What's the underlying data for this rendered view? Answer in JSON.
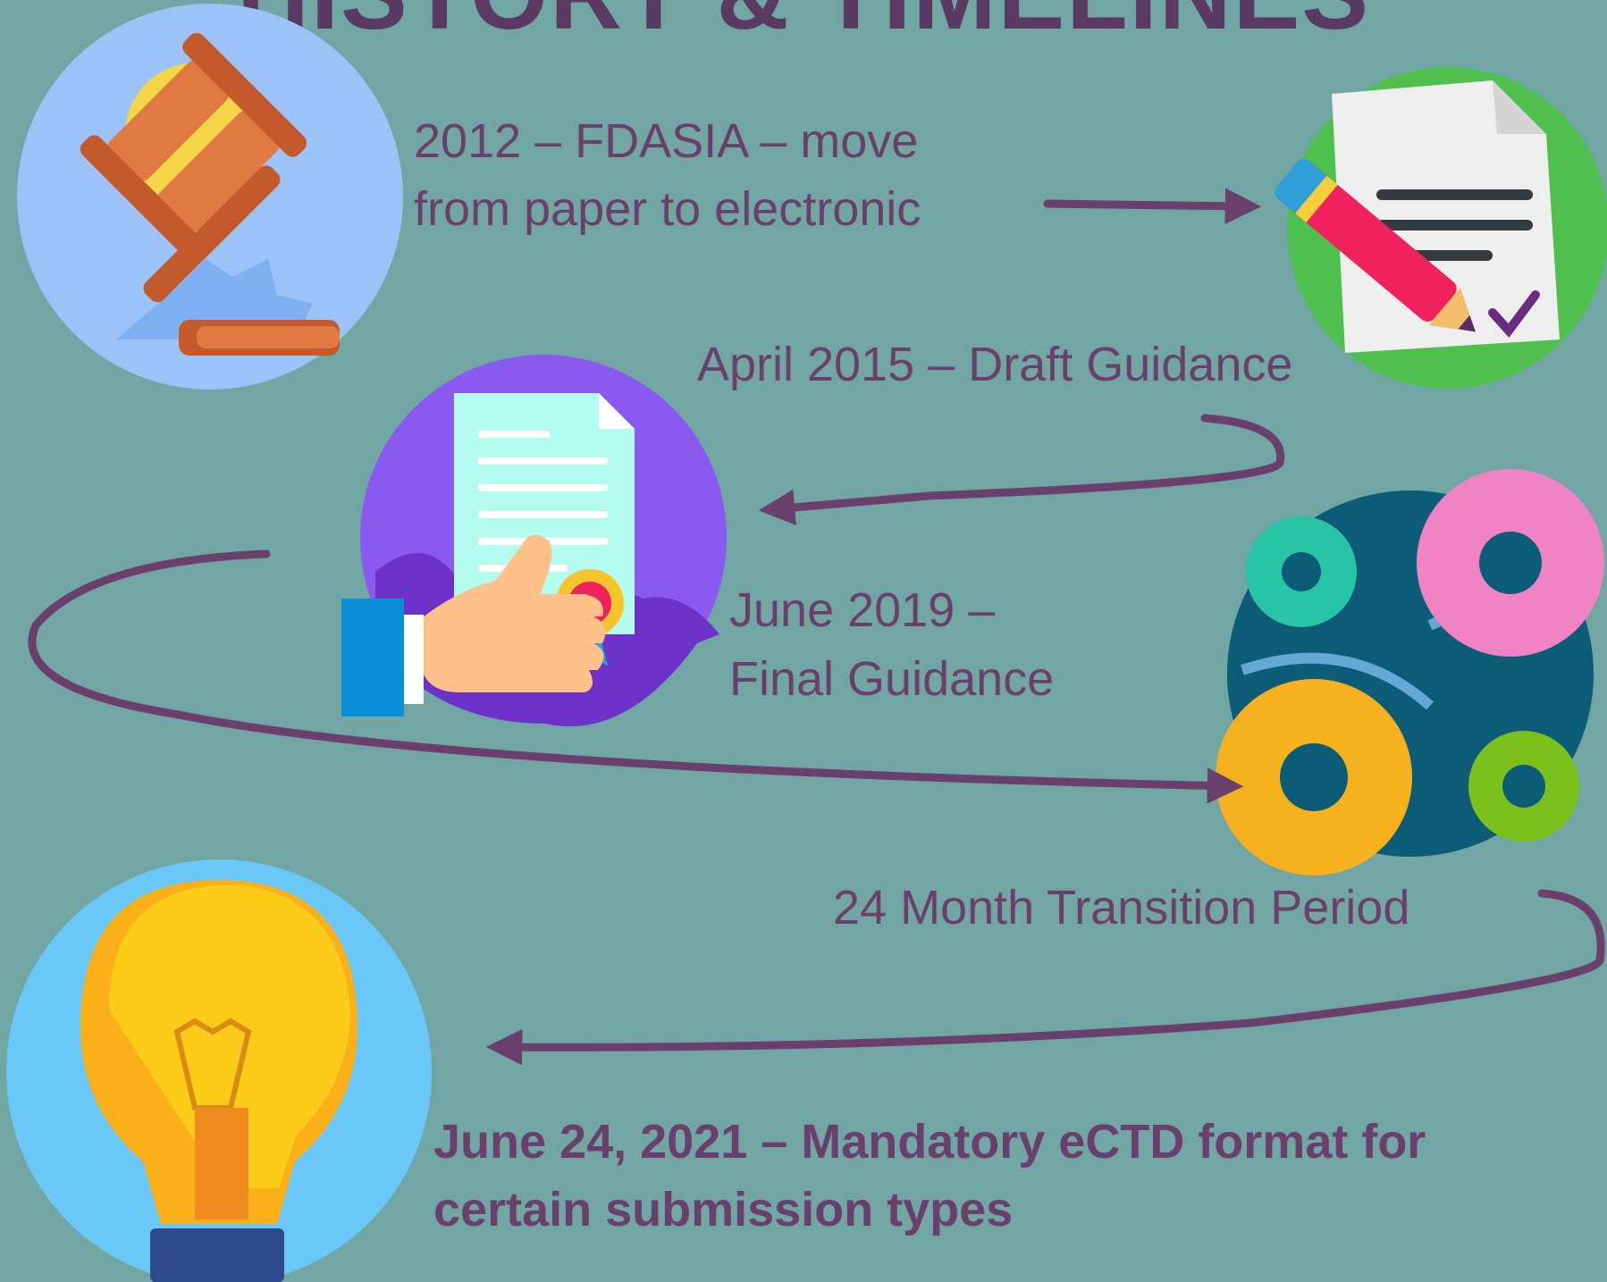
{
  "title": "HISTORY & TIMELINES",
  "milestones": [
    {
      "line1": "2012 – FDASIA – move",
      "line2": "from paper to electronic",
      "icon": "gavel-icon"
    },
    {
      "line1": "April 2015 – Draft Guidance",
      "icon": "signed-document-icon"
    },
    {
      "line1": "June 2019 –",
      "line2": "Final Guidance",
      "icon": "approved-document-icon"
    },
    {
      "line1": "24 Month Transition Period",
      "icon": "gears-icon"
    },
    {
      "line1": "June 24, 2021 – Mandatory eCTD format for",
      "line2": "certain submission types",
      "icon": "lightbulb-icon"
    }
  ],
  "colors": {
    "background": "#71a6a4",
    "text": "#6a3f6b",
    "arrow": "#6a3f6b"
  }
}
